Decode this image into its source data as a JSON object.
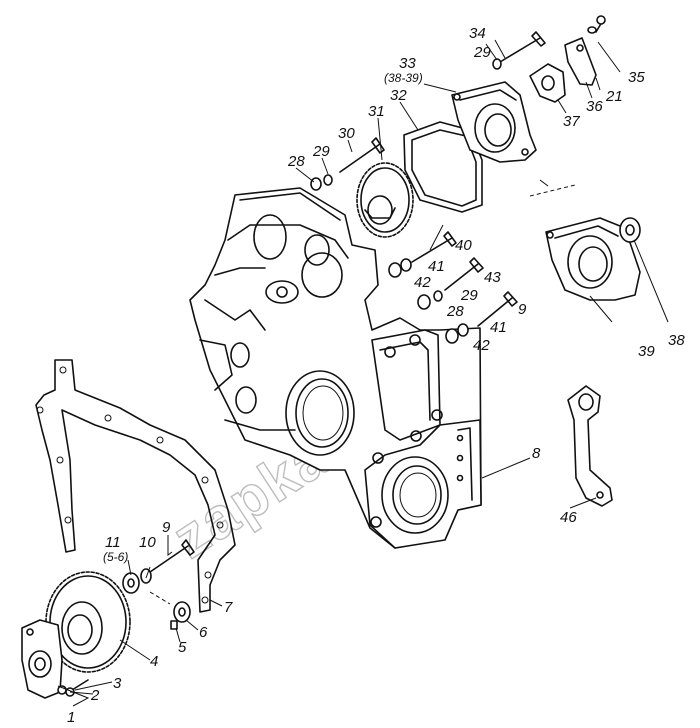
{
  "diagram": {
    "title": "Exploded view of engine timing gear housing assembly",
    "watermark": "zapkam.ru",
    "labels": {
      "1": "1",
      "2": "2",
      "3": "3",
      "4": "4",
      "5": "5",
      "6": "6",
      "7": "7",
      "8": "8",
      "9a": "9",
      "9b": "9",
      "10": "10",
      "11": "11",
      "11sub": "(5-6)",
      "21": "21",
      "28a": "28",
      "28b": "28",
      "29a": "29",
      "29b": "29",
      "29c": "29",
      "30": "30",
      "31": "31",
      "32": "32",
      "33": "33",
      "33sub": "(38-39)",
      "34": "34",
      "35": "35",
      "36": "36",
      "37": "37",
      "38": "38",
      "39": "39",
      "40": "40",
      "41a": "41",
      "41b": "41",
      "42a": "42",
      "42b": "42",
      "43": "43",
      "46": "46"
    }
  }
}
